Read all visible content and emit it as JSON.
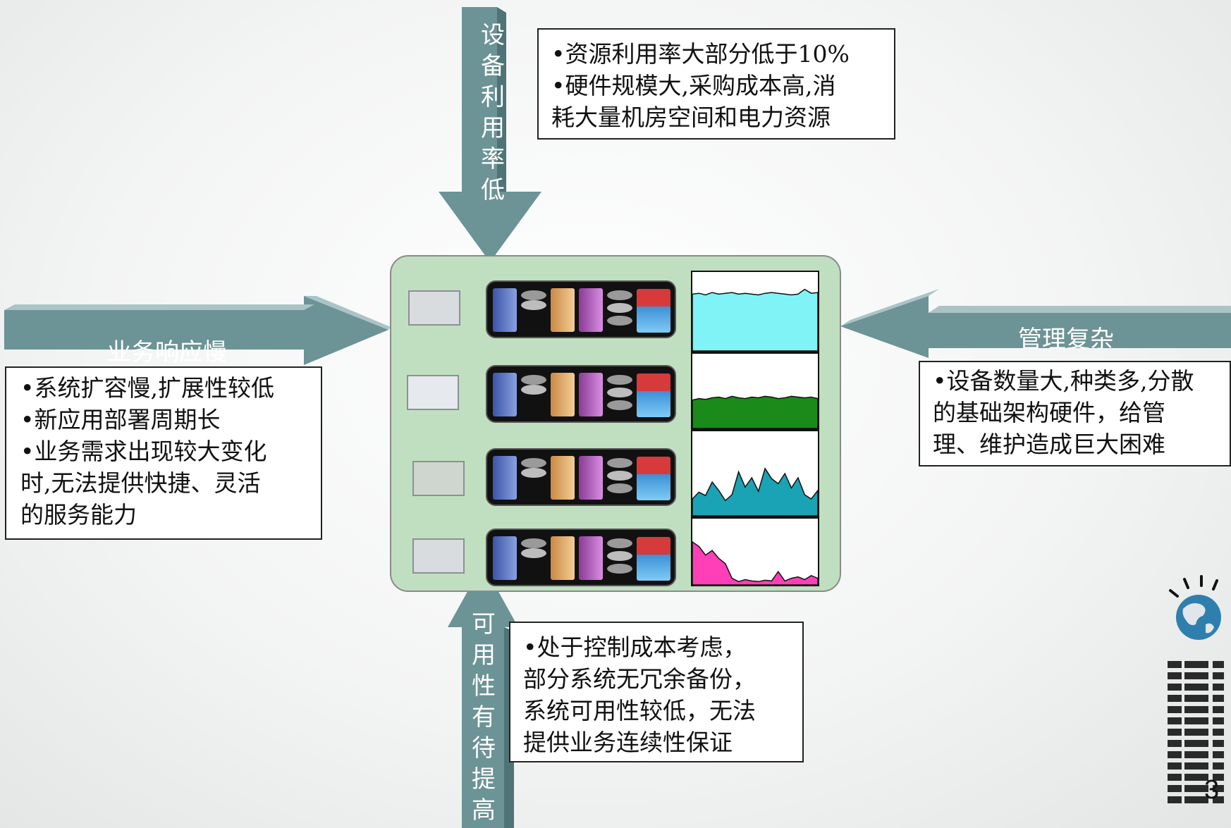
{
  "arrows": {
    "top": {
      "label_chars": [
        "设",
        "备",
        "利",
        "用",
        "率",
        "低"
      ],
      "color": "#6c9396"
    },
    "bottom": {
      "label_chars": [
        "可",
        "用",
        "性",
        "有",
        "待",
        "提",
        "高"
      ],
      "color": "#6c9396"
    },
    "left": {
      "label": "业务响应慢",
      "color": "#6c9396"
    },
    "right": {
      "label": "管理复杂",
      "color": "#6c9396"
    }
  },
  "boxes": {
    "top_right": {
      "lines": [
        "•资源利用率大部分低于10%",
        "•硬件规模大,采购成本高,消",
        "耗大量机房空间和电力资源"
      ]
    },
    "left": {
      "lines": [
        "•系统扩容慢,扩展性较低",
        "•新应用部署周期长",
        "•业务需求出现较大变化",
        "时,无法提供快捷、灵活",
        "的服务能力"
      ]
    },
    "right": {
      "lines": [
        "•设备数量大,种类多,分散",
        "的基础架构硬件，给管",
        "理、维护造成巨大困难"
      ]
    },
    "bottom": {
      "lines": [
        "•处于控制成本考虑，",
        "部分系统无冗余备份，",
        "系统可用性较低，无法",
        "提供业务连续性保证"
      ]
    }
  },
  "utilization_graphs": [
    {
      "color": "#7ff3f5",
      "levels": [
        0.72,
        0.73,
        0.71,
        0.74,
        0.72,
        0.73,
        0.74,
        0.72,
        0.73,
        0.72,
        0.71,
        0.73,
        0.74,
        0.73,
        0.72,
        0.71,
        0.72,
        0.78,
        0.73,
        0.74
      ]
    },
    {
      "color": "#1a8a1a",
      "levels": [
        0.38,
        0.4,
        0.39,
        0.41,
        0.42,
        0.4,
        0.43,
        0.41,
        0.4,
        0.42,
        0.41,
        0.43,
        0.42,
        0.4,
        0.41,
        0.43,
        0.42,
        0.41,
        0.42,
        0.4
      ]
    },
    {
      "color": "#1aa3b4",
      "levels": [
        0.2,
        0.28,
        0.24,
        0.4,
        0.3,
        0.18,
        0.25,
        0.52,
        0.34,
        0.45,
        0.29,
        0.56,
        0.44,
        0.38,
        0.5,
        0.33,
        0.45,
        0.25,
        0.2,
        0.3
      ]
    },
    {
      "color": "#ff3fb7",
      "levels": [
        0.65,
        0.58,
        0.45,
        0.52,
        0.4,
        0.32,
        0.1,
        0.05,
        0.08,
        0.06,
        0.05,
        0.07,
        0.06,
        0.2,
        0.06,
        0.1,
        0.12,
        0.08,
        0.14,
        0.1
      ]
    }
  ],
  "page_number": "3",
  "logo": {
    "text": "IBM",
    "color": "#2a2a2a"
  }
}
